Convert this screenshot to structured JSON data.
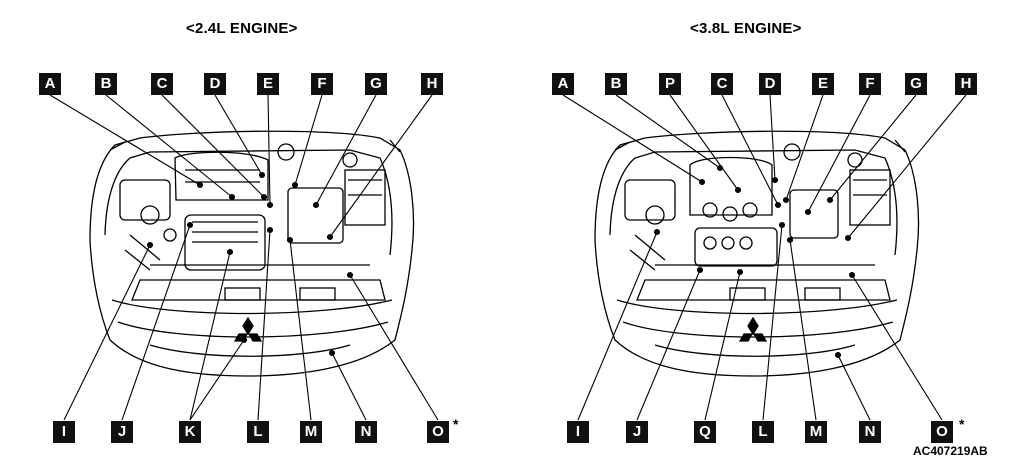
{
  "titles": {
    "left": "<2.4L ENGINE>",
    "right": "<3.8L ENGINE>"
  },
  "left_labels_top": [
    "A",
    "B",
    "C",
    "D",
    "E",
    "F",
    "G",
    "H"
  ],
  "left_labels_bottom": [
    "I",
    "J",
    "K",
    "L",
    "M",
    "N",
    "O"
  ],
  "right_labels_top": [
    "A",
    "B",
    "P",
    "C",
    "D",
    "E",
    "F",
    "G",
    "H"
  ],
  "right_labels_bottom": [
    "I",
    "J",
    "Q",
    "L",
    "M",
    "N",
    "O"
  ],
  "asterisk": "*",
  "figure_code": "AC407219AB"
}
